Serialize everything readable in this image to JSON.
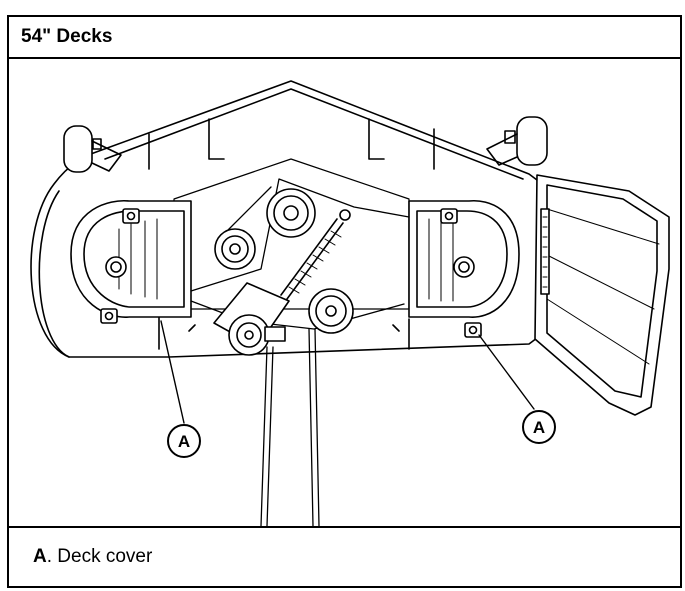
{
  "header": {
    "title": "54\" Decks"
  },
  "callouts": [
    {
      "letter": "A"
    },
    {
      "letter": "A"
    }
  ],
  "legend": {
    "items": [
      {
        "letter": "A",
        "separator": ".",
        "text": "Deck cover"
      }
    ]
  }
}
